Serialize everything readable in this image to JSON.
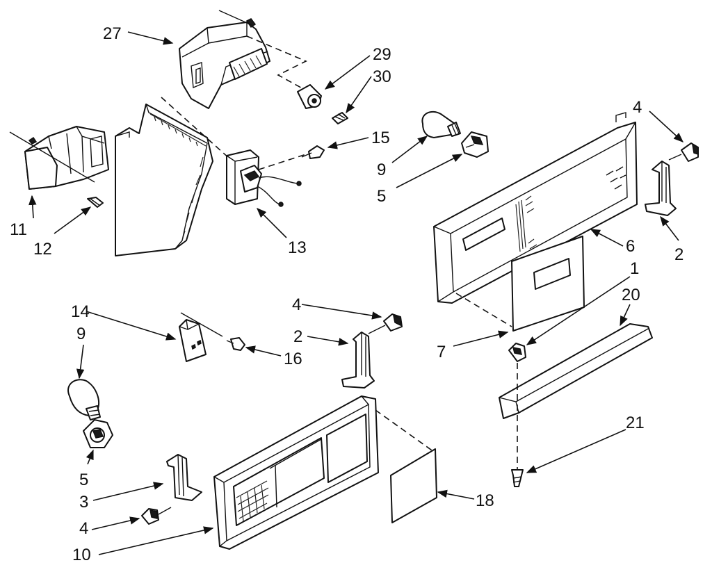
{
  "callouts": {
    "c27": "27",
    "c29": "29",
    "c30": "30",
    "c15": "15",
    "c9a": "9",
    "c5a": "5",
    "c4a": "4",
    "c11": "11",
    "c12": "12",
    "c13": "13",
    "c6": "6",
    "c2a": "2",
    "c1": "1",
    "c20": "20",
    "c7": "7",
    "c14": "14",
    "c9b": "9",
    "c4b": "4",
    "c2b": "2",
    "c16": "16",
    "c5b": "5",
    "c3": "3",
    "c4c": "4",
    "c10": "10",
    "c18": "18",
    "c21": "21"
  }
}
